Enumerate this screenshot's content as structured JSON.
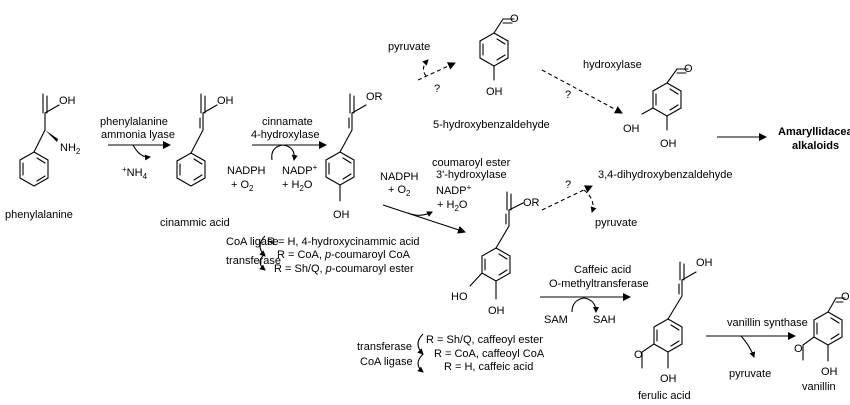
{
  "compounds": {
    "phenylalanine": {
      "name": "phenylalanine",
      "oh": "OH",
      "nh2": "NH",
      "nh2_sub": "2"
    },
    "cinammic": {
      "name": "cinammic acid",
      "oh": "OH"
    },
    "coumaroyl": {
      "r": "OR",
      "oh": "OH"
    },
    "hydroxybenzaldehyde": {
      "name": "5-hydroxybenzaldehyde",
      "oh": "OH"
    },
    "dihydroxybenzaldehyde": {
      "name": "3,4-dihydroxybenzaldehyde",
      "oh1": "OH",
      "oh2": "OH"
    },
    "caffeoyl": {
      "r": "OR",
      "oh1": "HO",
      "oh2": "OH"
    },
    "ferulic": {
      "name": "ferulic acid",
      "oh": "OH",
      "bottom_oh": "OH"
    },
    "vanillin": {
      "name": "vanillin",
      "oh": "OH"
    }
  },
  "enzymes": {
    "pal_line1": "phenylalanine",
    "pal_line2": "ammonia lyase",
    "nh4_plus": "+",
    "nh4": "NH",
    "nh4_sub": "4",
    "c4h_line1": "cinnamate",
    "c4h_line2": "4-hydroxylase",
    "nadph": "NADPH",
    "o2": "+ O",
    "o2_sub": "2",
    "nadp": "NADP",
    "nadp_sup": "+",
    "h2o": "+ H",
    "h2o_sub": "2",
    "h2o_o": "O",
    "c3h_line1": "coumaroyl ester",
    "c3h_line2": "3'-hydroxylase",
    "hydroxylase": "hydroxylase",
    "pyruvate": "pyruvate",
    "question": "?",
    "comt_line1": "Caffeic acid",
    "comt_line2": "O-methyltransferase",
    "sam": "SAM",
    "sah": "SAH",
    "vanillin_synthase": "vanillin synthase"
  },
  "products": {
    "amaryllidaceae_line1": "Amaryllidaceae",
    "amaryllidaceae_line2": "alkaloids"
  },
  "legend_coumaroyl": {
    "left1": "CoA ligase",
    "left2": "transferase",
    "r_h": "R = H, 4-hydroxycinammic acid",
    "r_coa": "R = CoA, ",
    "r_coa_italic": "p",
    "r_coa_rest": "-coumaroyl CoA",
    "r_sh": "R = Sh/Q, ",
    "r_sh_italic": "p",
    "r_sh_rest": "-coumaroyl ester"
  },
  "legend_caffeoyl": {
    "left1": "transferase",
    "left2": "CoA ligase",
    "r_sh": "R = Sh/Q, caffeoyl ester",
    "r_coa": "R = CoA, caffeoyl CoA",
    "r_h": "R = H, caffeic acid"
  }
}
